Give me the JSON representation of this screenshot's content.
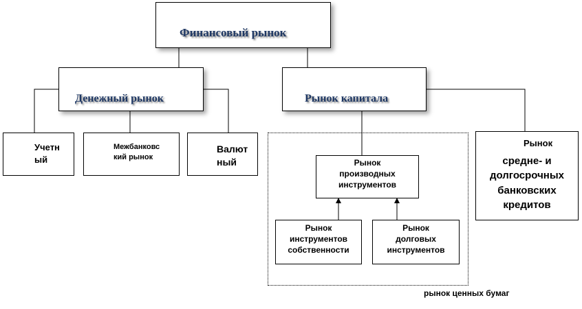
{
  "root": {
    "label": "Финансовый рынок"
  },
  "money_market": {
    "label": "Денежный рынок"
  },
  "capital_market": {
    "label": "Рынок капитала"
  },
  "discount_market": {
    "line1": "Учетн",
    "line2": "ый"
  },
  "interbank_market": {
    "line1": "Межбанковс",
    "line2": "кий рынок"
  },
  "currency_market": {
    "line1": "Валют",
    "line2": "ный"
  },
  "derivatives_market": {
    "line1": "Рынок",
    "line2": "производных",
    "line3": "инструментов"
  },
  "equity_market": {
    "line1": "Рынок",
    "line2": "инструментов",
    "line3": "собственности"
  },
  "debt_market": {
    "line1": "Рынок",
    "line2": "долговых",
    "line3": "инструментов"
  },
  "bank_credit_market": {
    "line1": "Рынок",
    "line2": "средне- и",
    "line3": "долгосрочных",
    "line4": "банковских",
    "line5": "кредитов"
  },
  "securities_market": {
    "label": "рынок ценных бумаг"
  }
}
